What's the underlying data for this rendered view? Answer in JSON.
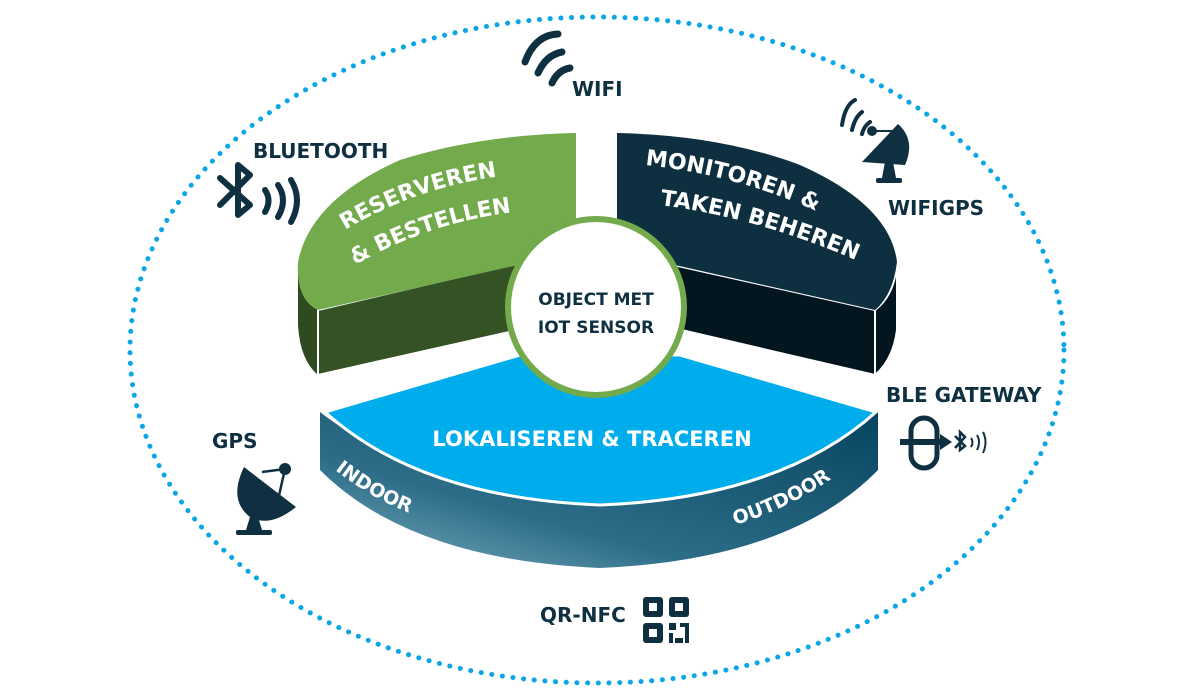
{
  "colors": {
    "dots": "#0aa6e6",
    "green_top": "#72aa4c",
    "green_side": "#355225",
    "navy_top": "#0e2f3f",
    "navy_side": "#031620",
    "blue_top": "#00adec",
    "blue_side_dark": "#0a4c69",
    "blue_side_light": "#6f9fb3",
    "label": "#0f3041",
    "center_ring": "#72aa4c"
  },
  "center": {
    "line1": "OBJECT MET",
    "line2": "IOT SENSOR"
  },
  "segments": {
    "green": {
      "line1": "RESERVEREN",
      "line2": "& BESTELLEN"
    },
    "navy": {
      "line1": "MONITOREN &",
      "line2": "TAKEN BEHEREN"
    },
    "blue": {
      "title": "LOKALISEREN & TRACEREN",
      "left": "INDOOR",
      "right": "OUTDOOR"
    }
  },
  "technologies": {
    "wifi": {
      "label": "WIFI",
      "icon": "wifi-icon"
    },
    "bluetooth": {
      "label": "BLUETOOTH",
      "icon": "bluetooth-icon"
    },
    "wifigps": {
      "label": "WIFIGPS",
      "icon": "satellite-dish-wifi-icon"
    },
    "ble_gateway": {
      "label": "BLE GATEWAY",
      "icon": "ble-gateway-icon"
    },
    "gps": {
      "label": "GPS",
      "icon": "satellite-dish-icon"
    },
    "qr_nfc": {
      "label": "QR-NFC",
      "icon": "qr-code-icon"
    }
  }
}
